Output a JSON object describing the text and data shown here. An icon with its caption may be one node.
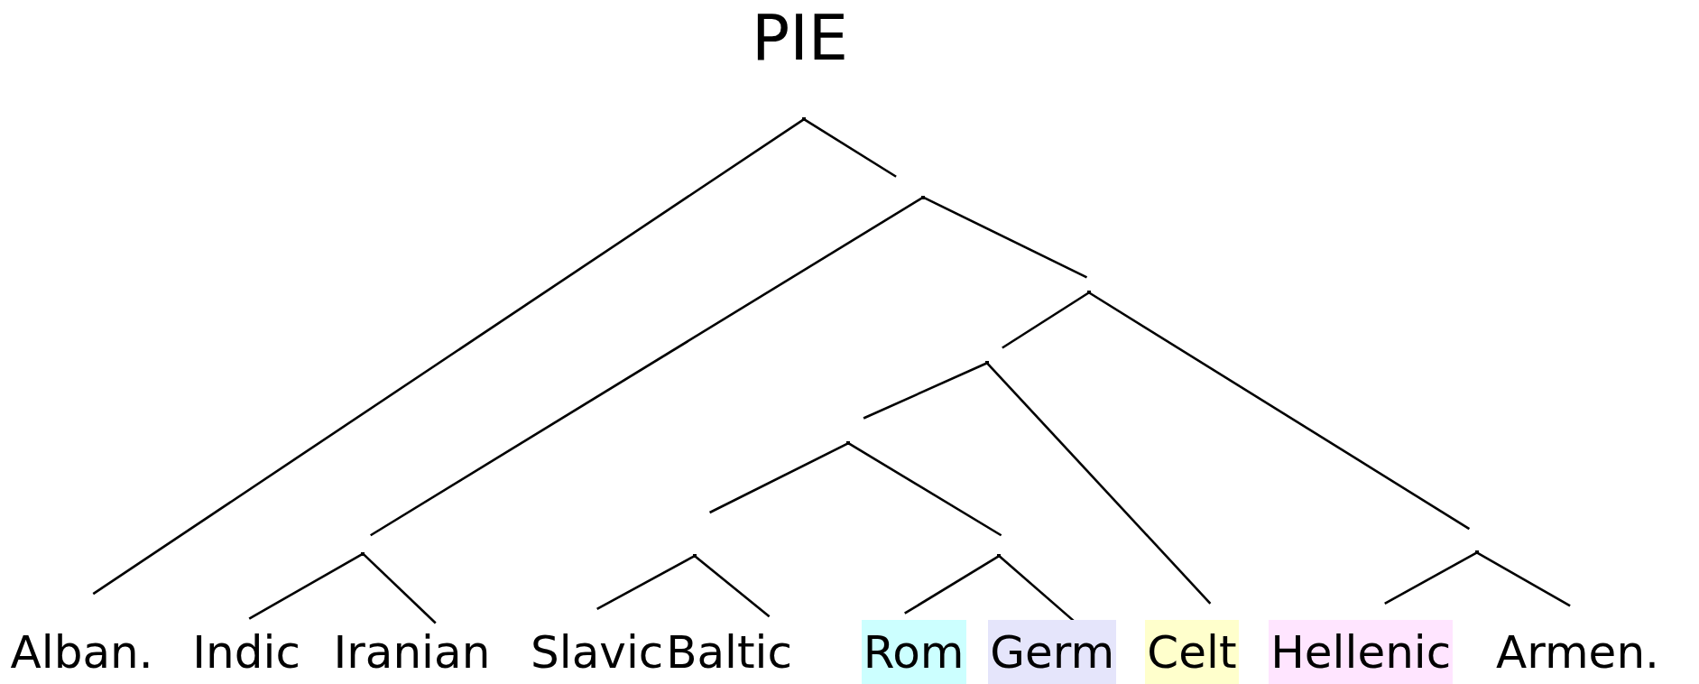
{
  "diagram": {
    "title": "PIE",
    "nodes": [
      {
        "text": [],
        "shape": "point"
      },
      {
        "text": [],
        "shape": "point"
      },
      {
        "text": [],
        "shape": "point"
      },
      {
        "text": [],
        "shape": "point"
      },
      {
        "text": [],
        "shape": "point"
      },
      {
        "text": [],
        "shape": "point"
      },
      {
        "text": [],
        "shape": "point"
      },
      {
        "text": [],
        "shape": "point"
      },
      {
        "text": [],
        "shape": "point"
      },
      {
        "text": [
          "Alban."
        ]
      },
      {
        "text": [
          "Indic"
        ]
      },
      {
        "text": [
          "Iranian"
        ]
      },
      {
        "text": [
          "Slavic"
        ]
      },
      {
        "text": [
          "Baltic"
        ]
      },
      {
        "text": [
          "Rom"
        ]
      },
      {
        "text": [
          "Germ"
        ]
      },
      {
        "text": [
          "Celt"
        ]
      },
      {
        "text": [
          "Hellenic"
        ]
      },
      {
        "text": [
          "Armen."
        ]
      }
    ],
    "edges": [
      {
        "from": 0,
        "to": 9,
        "arrow": "none"
      },
      {
        "from": 0,
        "to": 1,
        "arrow": "none"
      },
      {
        "from": 1,
        "to": 5,
        "arrow": "none"
      },
      {
        "from": 1,
        "to": 2,
        "arrow": "none"
      },
      {
        "from": 5,
        "to": 10,
        "arrow": "none"
      },
      {
        "from": 5,
        "to": 11,
        "arrow": "none"
      },
      {
        "from": 2,
        "to": 3,
        "arrow": "none"
      },
      {
        "from": 2,
        "to": 8,
        "arrow": "none"
      },
      {
        "from": 3,
        "to": 4,
        "arrow": "none"
      },
      {
        "from": 3,
        "to": 16,
        "arrow": "none"
      },
      {
        "from": 4,
        "to": 6,
        "arrow": "none"
      },
      {
        "from": 4,
        "to": 7,
        "arrow": "none"
      },
      {
        "from": 6,
        "to": 12,
        "arrow": "none"
      },
      {
        "from": 6,
        "to": 13,
        "arrow": "none"
      },
      {
        "from": 7,
        "to": 14,
        "arrow": "none"
      },
      {
        "from": 7,
        "to": 15,
        "arrow": "none"
      },
      {
        "from": 8,
        "to": 17,
        "arrow": "none"
      },
      {
        "from": 8,
        "to": 18,
        "arrow": "none"
      }
    ]
  }
}
